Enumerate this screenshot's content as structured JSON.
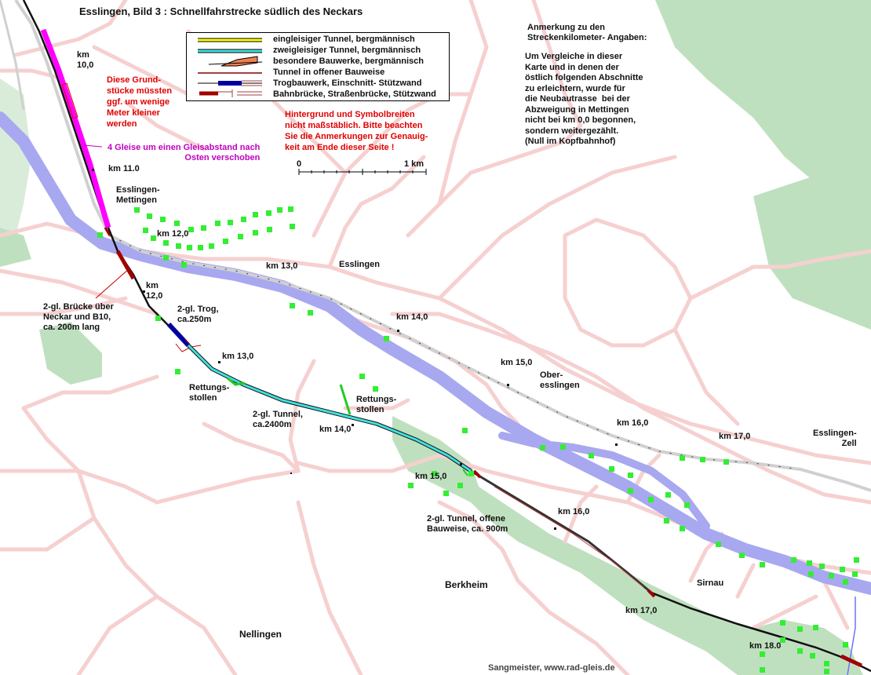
{
  "title": "Esslingen, Bild 3 : Schnellfahrstrecke südlich des Neckars",
  "legend": [
    {
      "symbol": "single-tunnel",
      "label": "eingleisiger Tunnel, bergmännisch"
    },
    {
      "symbol": "double-tunnel",
      "label": "zweigleisiger Tunnel, bergmännisch"
    },
    {
      "symbol": "special-structure",
      "label": "besondere Bauwerke, bergmännisch"
    },
    {
      "symbol": "open-tunnel",
      "label": "Tunnel in offener Bauweise"
    },
    {
      "symbol": "trough",
      "label": "Trogbauwerk, Einschnitt- Stützwand"
    },
    {
      "symbol": "bridges",
      "label": "Bahnbrücke, Straßenbrücke, Stützwand"
    }
  ],
  "notes": {
    "scale_warning": "Hintergrund und Symbolbreiten\nnicht maßstäblich. Bitte beachten\nSie die Anmerkungen zur Genauig-\nkeit am Ende dieser Seite !",
    "km_note_title": "Anmerkung zu den\nStreckenkilometer- Angaben:",
    "km_note_body": "Um Vergleiche in dieser\nKarte und in denen der\nöstlich folgenden Abschnitte\nzu erleichtern, wurde für\ndie Neubautrasse  bei der\nAbzweigung in Mettingen\nnicht bei km 0,0 begonnen,\nsondern weitergezählt.\n(Null im Kopfbahnhof)",
    "plots": "Diese Grund-\nstücke müssten\nggf. um wenige\nMeter kleiner\nwerden",
    "tracks": "4 Gleise um einen Gleisabstand nach\nOsten verschoben"
  },
  "scale": {
    "start": "0",
    "end": "1 km"
  },
  "places": {
    "mettingen": "Esslingen-\nMettingen",
    "esslingen": "Esslingen",
    "oberesslingen": "Ober-\nesslingen",
    "zell": "Esslingen-\nZell",
    "berkheim": "Berkheim",
    "sirnau": "Sirnau",
    "nellingen": "Nellingen"
  },
  "structures": {
    "bridge": "2-gl. Brücke über\nNeckar und B10,\nca. 200m lang",
    "trough": "2-gl. Trog,\nca.250m",
    "rescue1": "Rettungs-\nstollen",
    "rescue2": "Rettungs-\nstollen",
    "tunnel": "2-gl. Tunnel,\nca.2400m",
    "open_tunnel": "2-gl. Tunnel, offene\nBauweise, ca. 900m"
  },
  "km_markers": {
    "old_10": "km\n10,0",
    "old_11": "km 11.0",
    "old_12": "km 12,0",
    "old_13": "km 13,0",
    "old_14": "km 14,0",
    "old_15": "km 15,0",
    "old_16": "km 16,0",
    "old_17": "km 17,0",
    "new_12": "km\n12,0",
    "new_13": "km 13,0",
    "new_14": "km 14,0",
    "new_15": "km 15,0",
    "new_16": "km 16,0",
    "new_17": "km 17,0",
    "new_18": "km 18.0"
  },
  "credit": "Sangmeister, www.rad-gleis.de",
  "colors": {
    "river": "#a8a8f0",
    "roads": "#f6d0d0",
    "forest": "#b8dcb8",
    "rail": "#d0d0d0",
    "highlight_track": "#ff00ff",
    "tunnel_fill": "#00c0c0",
    "trough": "#0000a0",
    "bridge": "#a00000",
    "note_red": "#e00000",
    "note_magenta": "#c000c0",
    "green_dots": "#33ee33"
  }
}
